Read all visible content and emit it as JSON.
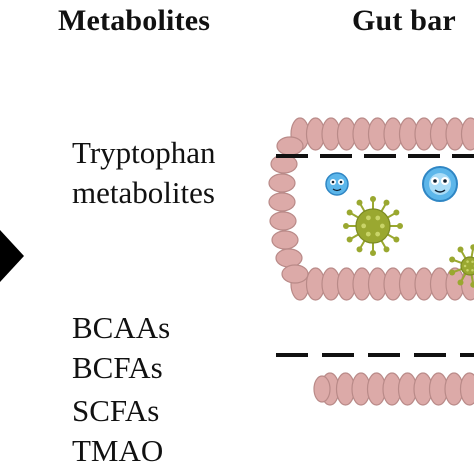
{
  "headers": {
    "left": "Metabolites",
    "right": "Gut bar"
  },
  "labels": [
    "Tryptophan",
    "metabolites",
    "BCAAs",
    "BCFAs",
    "SCFAs",
    "TMAO"
  ],
  "icons": {
    "arrow": "black-arrowhead-icon",
    "cell": "epithelial-cell-icon",
    "bacteria": "blue-bacteria-icon",
    "virus": "green-virus-icon"
  },
  "colors": {
    "cell_fill": "#dcaaa8",
    "cell_stroke": "#b98a88",
    "virus": "#9aa830",
    "bacteria": "#5cb6ea",
    "barrier_line": "#111111"
  }
}
